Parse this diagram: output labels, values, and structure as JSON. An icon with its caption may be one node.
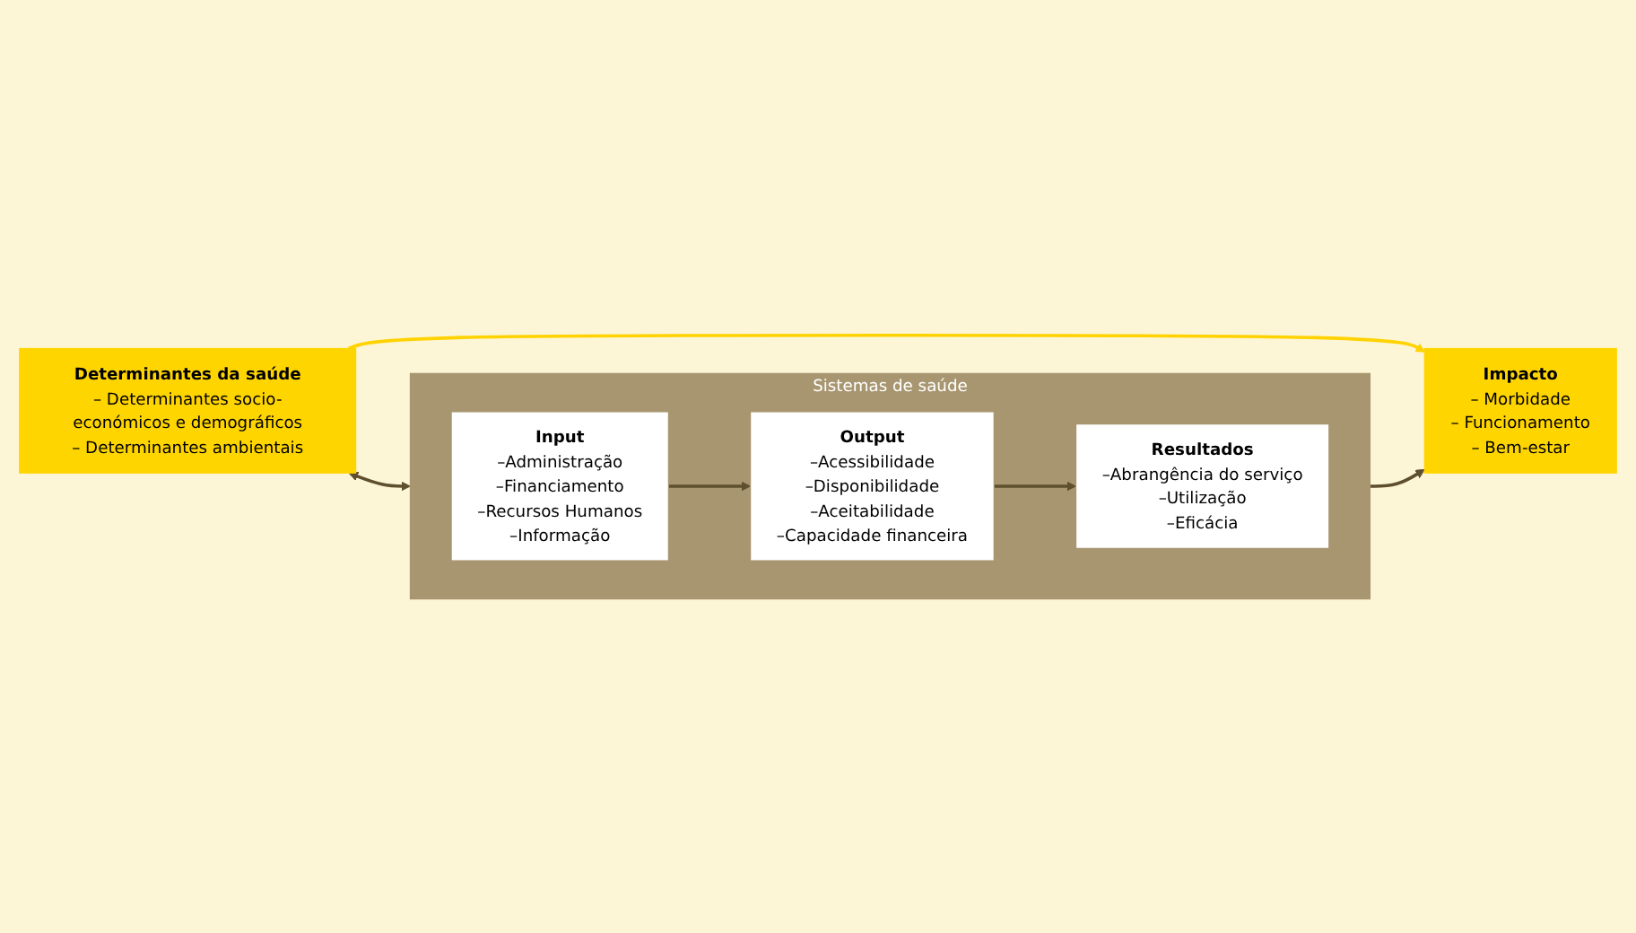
{
  "diagram": {
    "nodes": [
      {
        "text": [
          "Determinantes da saúde",
          "– Determinantes socio-económicos e demográficos",
          "– Determinantes ambientais"
        ]
      },
      {
        "text": [
          "Impacto",
          "– Morbidade",
          "– Funcionamento",
          "– Bem-estar"
        ]
      },
      {
        "text": [
          "Sistemas de saúde"
        ]
      },
      {
        "text": [
          "Input",
          "–Administração",
          "–Financiamento",
          "–Recursos Humanos",
          "–Informação"
        ],
        "in": 2
      },
      {
        "text": [
          "Output",
          "–Acessibilidade",
          "–Disponibilidade",
          "–Aceitabilidade",
          "–Capacidade financeira"
        ],
        "in": 2
      },
      {
        "text": [
          "Resultados",
          "–Abrangência do serviço",
          "–Utilização",
          "–Eficácia"
        ],
        "in": 2
      }
    ],
    "edges": [
      {
        "from": 0,
        "to": 1,
        "arrow": "to",
        "color": "#ffd200"
      },
      {
        "from": 0,
        "to": 2,
        "arrow": "both"
      },
      {
        "from": 3,
        "to": 4,
        "arrow": "to"
      },
      {
        "from": 4,
        "to": 5,
        "arrow": "to"
      },
      {
        "from": 2,
        "to": 1,
        "arrow": "to"
      }
    ]
  }
}
